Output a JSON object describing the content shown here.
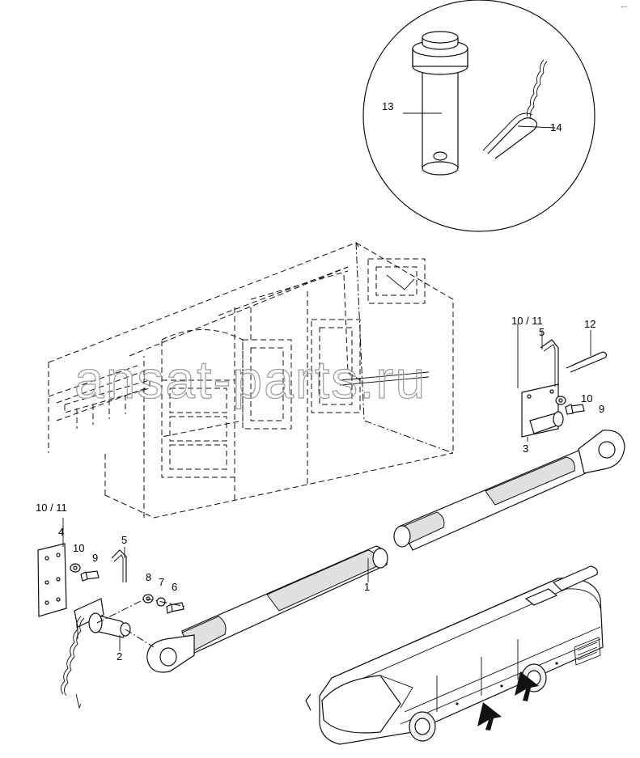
{
  "corner_mark": "⌐−",
  "watermark": "ansat-parts.ru",
  "callouts": {
    "c13": "13",
    "c14": "14",
    "c10_11_right": "10 / 11",
    "c5_right": "5",
    "c12": "12",
    "c10_right": "10",
    "c9_right": "9",
    "c3": "3",
    "c10_11_left": "10 / 11",
    "c4": "4",
    "c10_left": "10",
    "c9_left": "9",
    "c5_left": "5",
    "c8": "8",
    "c7": "7",
    "c6": "6",
    "c2": "2",
    "c1": "1"
  }
}
